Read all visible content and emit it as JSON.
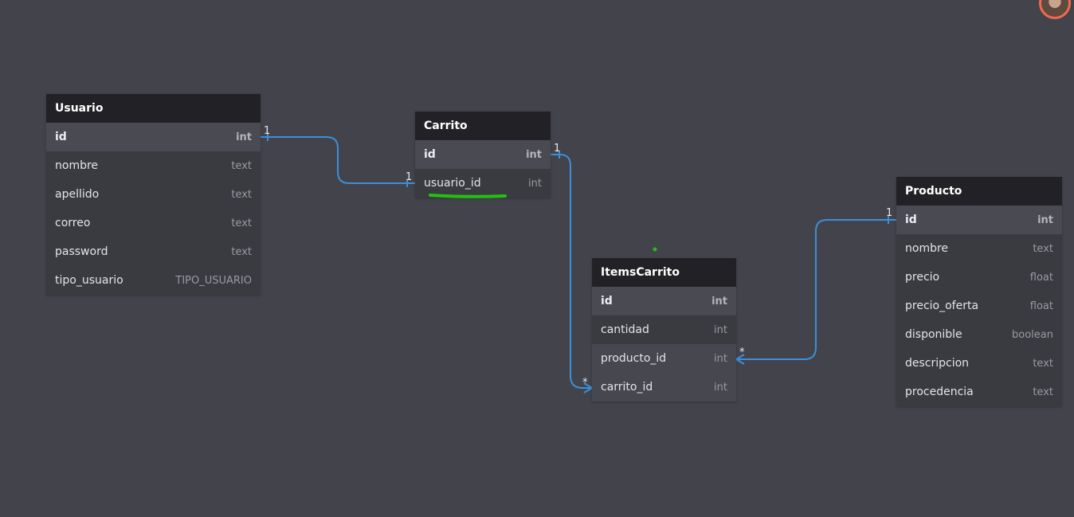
{
  "tables": [
    {
      "name": "Usuario",
      "fields": [
        {
          "name": "id",
          "type": "int"
        },
        {
          "name": "nombre",
          "type": "text"
        },
        {
          "name": "apellido",
          "type": "text"
        },
        {
          "name": "correo",
          "type": "text"
        },
        {
          "name": "password",
          "type": "text"
        },
        {
          "name": "tipo_usuario",
          "type": "TIPO_USUARIO"
        }
      ]
    },
    {
      "name": "Carrito",
      "fields": [
        {
          "name": "id",
          "type": "int"
        },
        {
          "name": "usuario_id",
          "type": "int"
        }
      ]
    },
    {
      "name": "ItemsCarrito",
      "fields": [
        {
          "name": "id",
          "type": "int"
        },
        {
          "name": "cantidad",
          "type": "int"
        },
        {
          "name": "producto_id",
          "type": "int"
        },
        {
          "name": "carrito_id",
          "type": "int"
        }
      ]
    },
    {
      "name": "Producto",
      "fields": [
        {
          "name": "id",
          "type": "int"
        },
        {
          "name": "nombre",
          "type": "text"
        },
        {
          "name": "precio",
          "type": "float"
        },
        {
          "name": "precio_oferta",
          "type": "float"
        },
        {
          "name": "disponible",
          "type": "boolean"
        },
        {
          "name": "descripcion",
          "type": "text"
        },
        {
          "name": "procedencia",
          "type": "text"
        }
      ]
    }
  ],
  "relations": [
    {
      "from": "Usuario.id",
      "to": "Carrito.usuario_id",
      "from_card": "1",
      "to_card": "1"
    },
    {
      "from": "Carrito.id",
      "to": "ItemsCarrito.carrito_id",
      "from_card": "1",
      "to_card": "*"
    },
    {
      "from": "Producto.id",
      "to": "ItemsCarrito.producto_id",
      "from_card": "1",
      "to_card": "*"
    }
  ],
  "colors": {
    "canvas": "#43434b",
    "relation_line": "#3d8fd6",
    "highlight_stroke": "#22c10f",
    "avatar_ring": "#ef6b4e"
  }
}
